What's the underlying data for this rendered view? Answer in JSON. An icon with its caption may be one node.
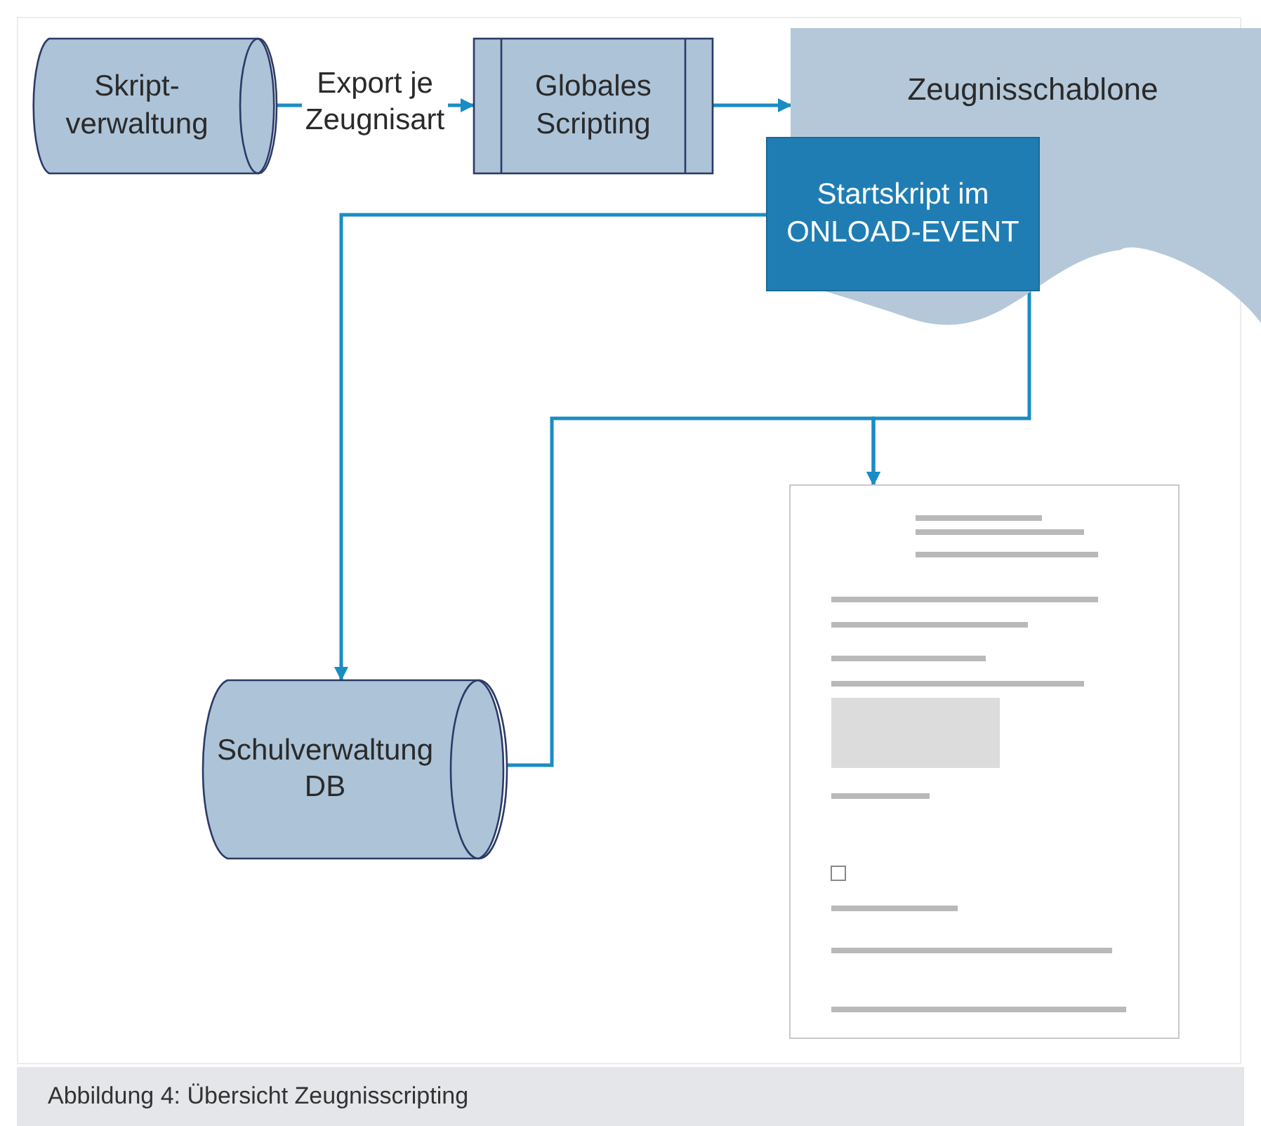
{
  "diagram": {
    "caption": "Abbildung 4: Übersicht Zeugnisscripting",
    "nodes": [
      {
        "text": [
          "Skript- verwaltung"
        ]
      },
      {
        "text": [
          "Globales Scripting"
        ]
      },
      {
        "text": [
          "Zeugnisschablone"
        ]
      },
      {
        "text": [
          "Startskript im ONLOAD-EVENT"
        ]
      },
      {
        "text": [
          "Schulverwaltung DB"
        ]
      },
      {
        "text": [],
        "shape": "picture"
      }
    ],
    "edges": [
      {
        "from": 0,
        "to": 1,
        "arrow": "to",
        "label": "Export je Zeugnisart"
      },
      {
        "from": 1,
        "to": 2,
        "arrow": "to"
      },
      {
        "from": 3,
        "to": 4,
        "arrow": "to"
      },
      {
        "from": 3,
        "to": 5,
        "arrow": "to"
      },
      {
        "from": 4,
        "to": 5,
        "arrow": "to"
      }
    ]
  }
}
